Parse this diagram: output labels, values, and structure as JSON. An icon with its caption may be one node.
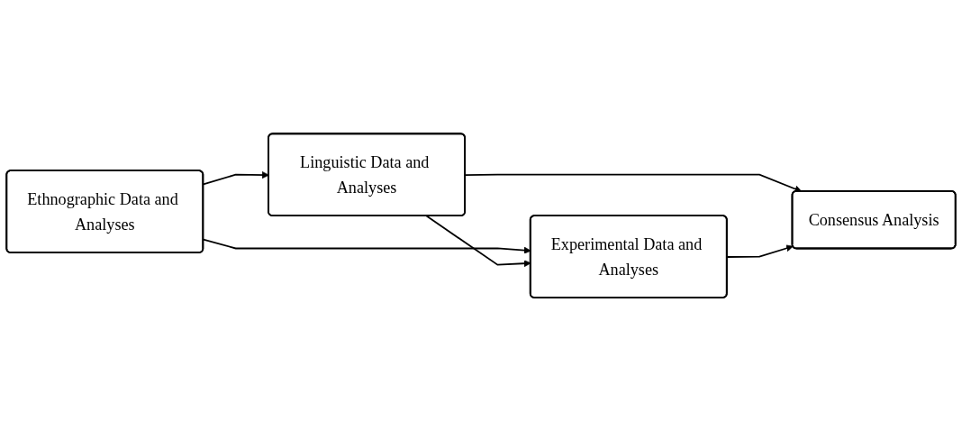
{
  "diagram": {
    "nodes": [
      {
        "text": [
          "Ethnographic Data and Analyses"
        ]
      },
      {
        "text": [
          "Linguistic Data and Analyses"
        ]
      },
      {
        "text": [
          "Experimental Data and Analyses"
        ]
      },
      {
        "text": [
          "Consensus Analysis"
        ]
      }
    ],
    "edges": [
      {
        "from": 0,
        "to": 1,
        "arrow": "to"
      },
      {
        "from": 0,
        "to": 2,
        "arrow": "to"
      },
      {
        "from": 1,
        "to": 2,
        "arrow": "to"
      },
      {
        "from": 1,
        "to": 3,
        "arrow": "to"
      },
      {
        "from": 2,
        "to": 3,
        "arrow": "to"
      }
    ]
  }
}
